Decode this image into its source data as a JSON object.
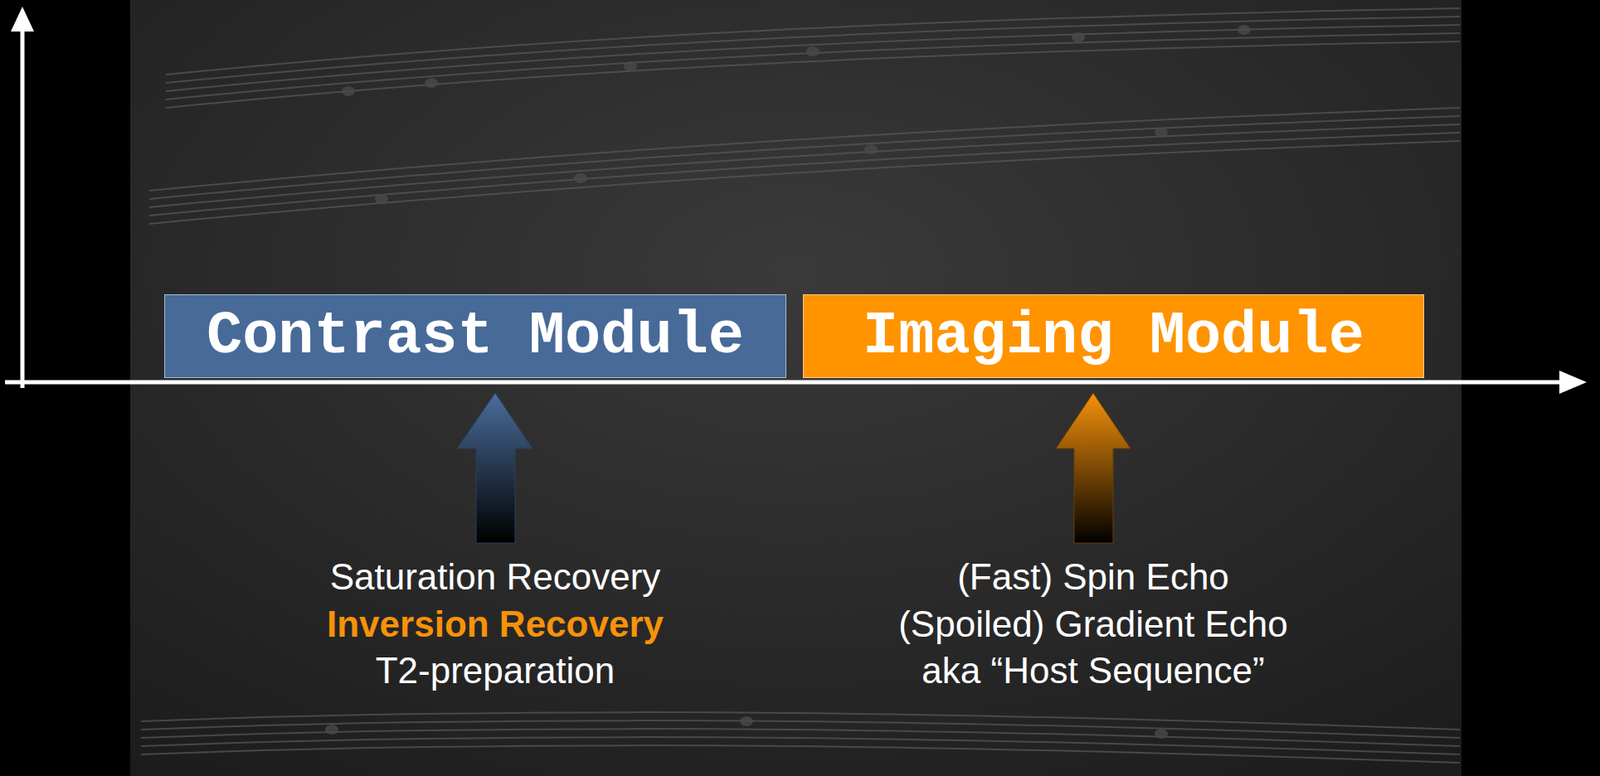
{
  "diagram": {
    "nodes": [
      {
        "text": [
          "Contrast Module"
        ]
      },
      {
        "text": [
          "Imaging Module"
        ]
      }
    ],
    "labels": [
      "Saturation Recovery",
      "Inversion Recovery",
      "T2-preparation",
      "(Fast) Spin Echo",
      "(Spoiled) Gradient Echo",
      "aka “Host Sequence”"
    ]
  }
}
